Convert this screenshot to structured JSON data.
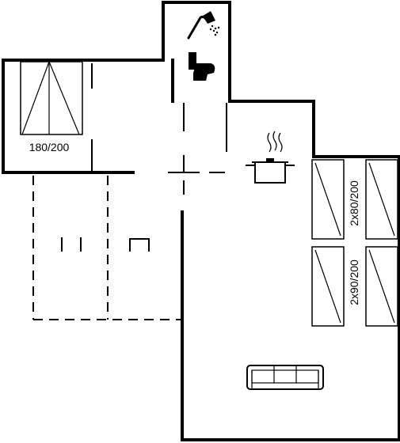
{
  "plan": {
    "labels": {
      "double_bed": "180/200",
      "bunk_beds_upper": "2x80/200",
      "bunk_beds_lower": "2x90/200"
    },
    "icons": [
      "shower-icon",
      "toilet-icon",
      "cooking-pot-icon",
      "sofa-icon",
      "double-bed-icon",
      "bunk-bed-icon",
      "table-icon",
      "chair-icon"
    ]
  }
}
